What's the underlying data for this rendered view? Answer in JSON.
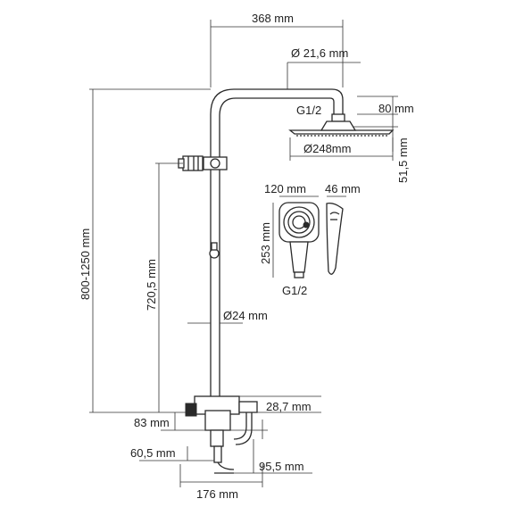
{
  "diagram": {
    "labels": {
      "top_width": "368 mm",
      "pipe_diameter_top": "Ø 21,6 mm",
      "thread_head": "G1/2",
      "head_height": "80 mm",
      "head_diameter": "Ø248mm",
      "head_offset": "51,5 mm",
      "hand_width": "120 mm",
      "hand_depth": "46 mm",
      "hand_length": "253 mm",
      "thread_hand": "G1/2",
      "total_height": "800-1250 mm",
      "bar_height": "720,5 mm",
      "bar_diameter": "Ø24 mm",
      "mixer_offset": "28,7 mm",
      "mixer_height": "83 mm",
      "spout_offset": "60,5 mm",
      "spout_depth": "95,5 mm",
      "base_width": "176 mm"
    }
  }
}
